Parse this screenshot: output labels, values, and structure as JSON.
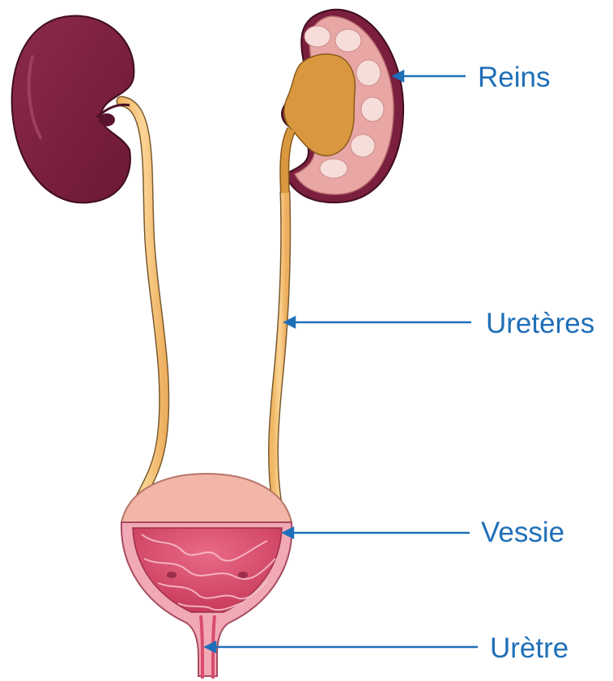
{
  "labels": {
    "kidneys": "Reins",
    "ureters": "Uretères",
    "bladder": "Vessie",
    "urethra": "Urètre"
  },
  "colors": {
    "label_text": "#1f6fb8",
    "pointer_line": "#1f6fb8",
    "kidney_outer": "#7a1f3d",
    "kidney_cortex": "#e8a6a4",
    "kidney_pelvis": "#d9973f",
    "ureter": "#f8c980",
    "bladder_dome": "#f2b6a8",
    "bladder_wall": "#e0708a",
    "bladder_mucosa": "#d94c6c"
  }
}
